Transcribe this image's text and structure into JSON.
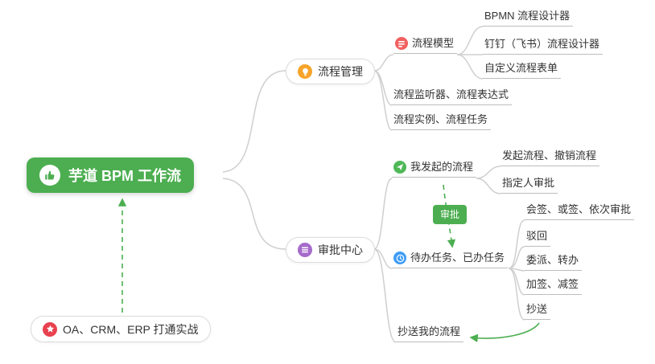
{
  "root": {
    "label": "芋道 BPM 工作流"
  },
  "branches": {
    "process_management": {
      "label": "流程管理"
    },
    "approval_center": {
      "label": "审批中心"
    },
    "oa_crm_erp": {
      "label": "OA、CRM、ERP 打通实战"
    }
  },
  "process_management": {
    "process_model": {
      "label": "流程模型",
      "children": [
        "BPMN 流程设计器",
        "钉钉（飞书）流程设计器",
        "自定义流程表单"
      ]
    },
    "listener_expression": {
      "label": "流程监听器、流程表达式"
    },
    "instance_task": {
      "label": "流程实例、流程任务"
    }
  },
  "approval_center": {
    "my_initiated": {
      "label": "我发起的流程",
      "children": [
        "发起流程、撤销流程",
        "指定人审批"
      ]
    },
    "todo_done": {
      "label": "待办任务、已办任务",
      "children": [
        "会签、或签、依次审批",
        "驳回",
        "委派、转办",
        "加签、减签",
        "抄送"
      ]
    },
    "cc_my_process": {
      "label": "抄送我的流程"
    }
  },
  "edge_labels": {
    "approval": "审批"
  },
  "colors": {
    "root_bg": "#4cae50",
    "connector_line": "#cfcfcf",
    "arrow_green": "#4cae50",
    "icon_orange": "#f7a42b",
    "icon_red": "#f1605f",
    "icon_green": "#4fb857",
    "icon_blue": "#3e9cf7",
    "icon_purple": "#a66bcb",
    "icon_star_red": "#e8414f"
  }
}
